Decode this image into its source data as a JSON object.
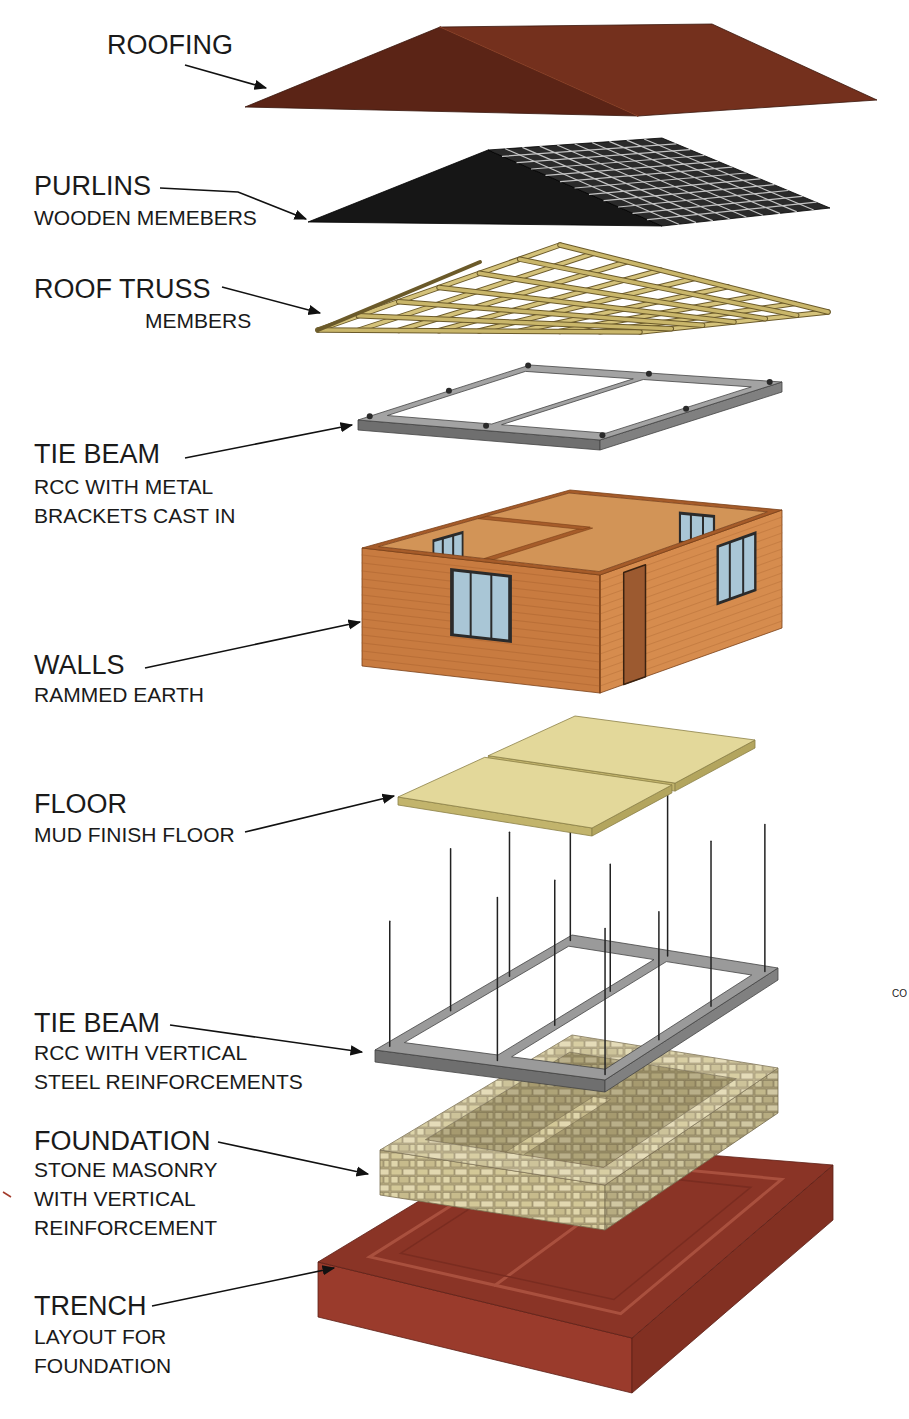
{
  "diagram": {
    "labels": [
      "ROOFING",
      "PURLINS",
      "WOODEN MEMEBERS",
      "ROOF TRUSS",
      "MEMBERS",
      "TIE BEAM",
      "RCC WITH METAL BRACKETS CAST IN",
      "WALLS",
      "RAMMED EARTH",
      "FLOOR",
      "MUD FINISH FLOOR",
      "TIE BEAM",
      "RCC WITH VERTICAL STEEL REINFORCEMENTS",
      "FOUNDATION",
      "STONE MASONRY WITH VERTICAL REINFORCEMENT",
      "TRENCH",
      "LAYOUT FOR FOUNDATION",
      "CO"
    ]
  }
}
